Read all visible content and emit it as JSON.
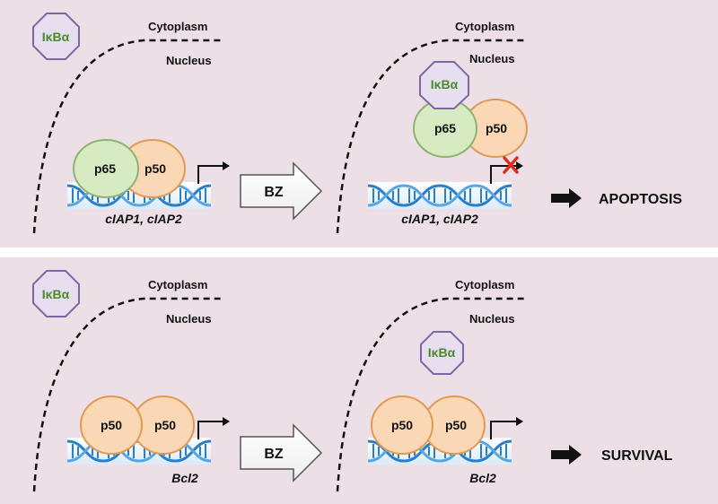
{
  "top": {
    "left": {
      "cytoplasm": "Cytoplasm",
      "nucleus": "Nucleus",
      "ikba": "IκBα",
      "dimer": [
        "p65",
        "p50"
      ],
      "genes": "cIAP1, cIAP2"
    },
    "arrow_label": "BZ",
    "right": {
      "cytoplasm": "Cytoplasm",
      "nucleus": "Nucleus",
      "ikba": "IκBα",
      "dimer": [
        "p65",
        "p50"
      ],
      "genes": "cIAP1, cIAP2"
    },
    "outcome": "APOPTOSIS"
  },
  "bottom": {
    "left": {
      "cytoplasm": "Cytoplasm",
      "nucleus": "Nucleus",
      "ikba": "IκBα",
      "dimer": [
        "p50",
        "p50"
      ],
      "genes": "Bcl2"
    },
    "arrow_label": "BZ",
    "right": {
      "cytoplasm": "Cytoplasm",
      "nucleus": "Nucleus",
      "ikba": "IκBα",
      "dimer": [
        "p50",
        "p50"
      ],
      "genes": "Bcl2"
    },
    "outcome": "SURVIVAL"
  },
  "colors": {
    "background": "#eddfe6",
    "ikba_text": "#4b8a2c",
    "ikba_stroke": "#7b68a6",
    "p65_fill": "#d6ebc2",
    "p65_stroke": "#8fb26e",
    "p50_fill": "#fbd8b5",
    "p50_stroke": "#e29a52",
    "dna_blue": "#2a7fc6",
    "inhibit_cross": "#e02b20"
  }
}
